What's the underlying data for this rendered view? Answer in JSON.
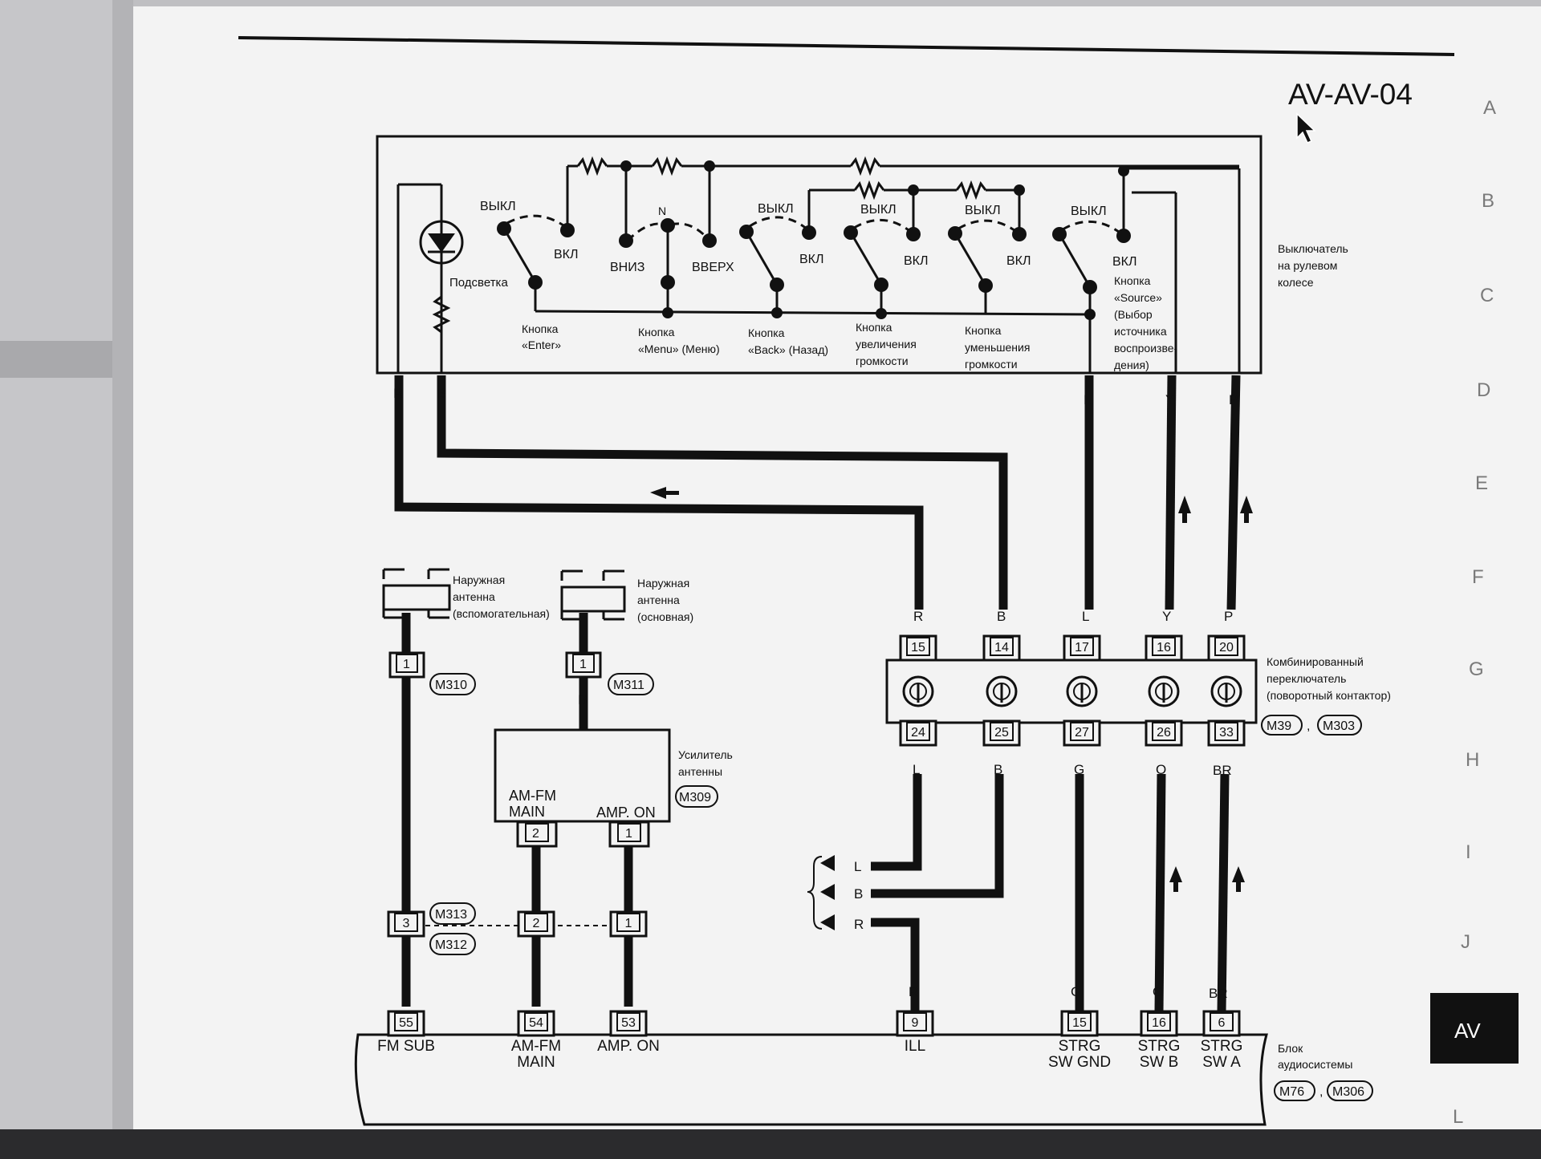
{
  "page": {
    "code": "AV-AV-04",
    "section_tab": "AV",
    "side_letters": [
      "A",
      "B",
      "C",
      "D",
      "E",
      "F",
      "G",
      "H",
      "I",
      "J",
      "L"
    ]
  },
  "switch_unit": {
    "name": "Выключатель\nна рулевом\nколесе",
    "off": "ВЫКЛ",
    "on": "ВКЛ",
    "n": "N",
    "down": "ВНИЗ",
    "up": "ВВЕРХ",
    "backlight": "Подсветка",
    "btn_enter": "Кнопка\n«Enter»",
    "btn_menu": "Кнопка\n«Menu» (Меню)",
    "btn_back": "Кнопка\n«Back» (Назад)",
    "btn_vol_up": "Кнопка\nувеличения\nгромкости",
    "btn_vol_down": "Кнопка\nуменьшения\nгромкости",
    "btn_source": "Кнопка\n«Source»\n(Выбор\nисточника\nвоспроизве-\nдения)"
  },
  "wire_colors": {
    "r": "R",
    "b": "B",
    "l": "L",
    "y": "Y",
    "p": "P",
    "g": "G",
    "o": "O",
    "br": "BR"
  },
  "combo_switch": {
    "name": "Комбинированный\nпереключатель\n(поворотный контактор)",
    "pins_top": [
      "15",
      "14",
      "17",
      "16",
      "20"
    ],
    "pins_bottom": [
      "24",
      "25",
      "27",
      "26",
      "33"
    ],
    "connectors": [
      "M39",
      "M303"
    ],
    "sep": ","
  },
  "antennas": {
    "sub": {
      "name": "Наружная\nантенна\n(вспомогательная)",
      "pin": "1",
      "connector": "M310"
    },
    "main": {
      "name": "Наружная\nантенна\n(основная)",
      "pin": "1",
      "connector": "M311"
    }
  },
  "amp": {
    "name": "Усилитель\nантенны",
    "connector": "M309",
    "label_amfm": "AM-FM\nMAIN",
    "label_ampon": "AMP. ON",
    "pin_amfm": "2",
    "pin_ampon": "1"
  },
  "inline_conn": {
    "pins": [
      "3",
      "2",
      "1"
    ],
    "connector_a": "M313",
    "connector_b": "M312"
  },
  "audio_unit": {
    "name": "Блок\nаудиосистемы",
    "connectors": [
      "M76",
      "M306"
    ],
    "sep": ",",
    "terminals": [
      {
        "pin": "55",
        "label": "FM SUB"
      },
      {
        "pin": "54",
        "label": "AM-FM\nMAIN"
      },
      {
        "pin": "53",
        "label": "AMP. ON"
      },
      {
        "pin": "9",
        "label": "ILL"
      },
      {
        "pin": "15",
        "label": "STRG\nSW GND"
      },
      {
        "pin": "16",
        "label": "STRG\nSW B"
      },
      {
        "pin": "6",
        "label": "STRG\nSW A"
      }
    ]
  },
  "branches": [
    "L",
    "B",
    "R"
  ]
}
